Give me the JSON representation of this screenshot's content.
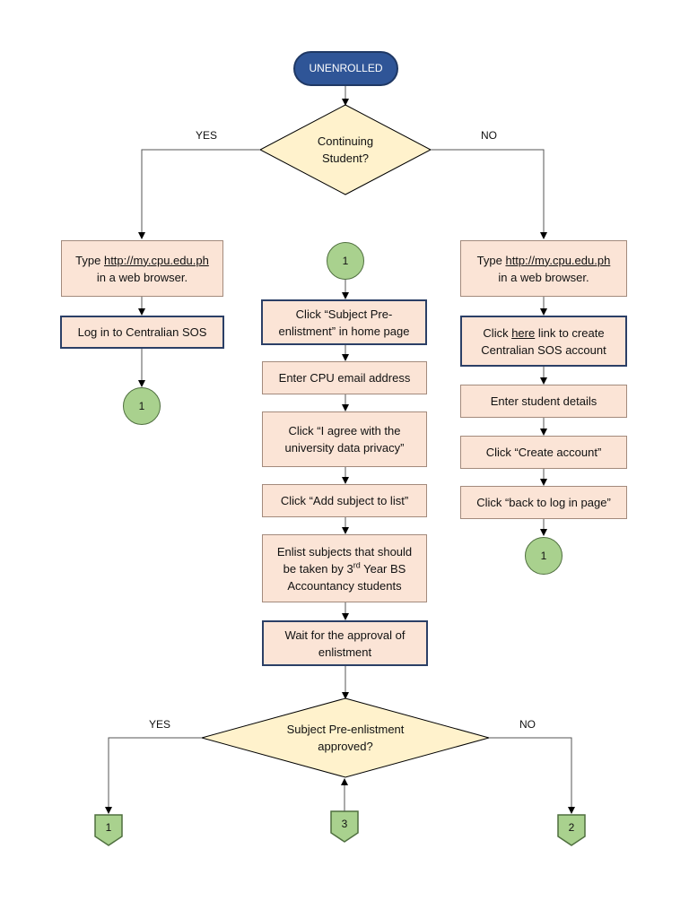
{
  "start_label": "UNENROLLED",
  "decision1": {
    "line1": "Continuing",
    "line2": "Student?"
  },
  "decision2": {
    "line1": "Subject Pre-enlistment",
    "line2": "approved?"
  },
  "branch_yes": "YES",
  "branch_no": "NO",
  "left_branch": {
    "type_prefix": "Type ",
    "url": "http://my.cpu.edu.ph",
    "browser": "in a web browser.",
    "login": "Log in to Centralian SOS",
    "connector": "1"
  },
  "middle_branch": {
    "connector": "1",
    "step1": {
      "line1": "Click “Subject Pre-",
      "line2": "enlistment” in home page"
    },
    "step2": "Enter CPU email address",
    "step3": {
      "line1": "Click “I agree with the",
      "line2": "university data privacy”"
    },
    "step4": "Click “Add subject to list”",
    "step5": {
      "line1": "Enlist subjects that should",
      "line2_prefix": "be taken by 3",
      "line2_sup": "rd",
      "line2_suffix": " Year BS",
      "line3": "Accountancy students"
    },
    "step6": {
      "line1": "Wait for the approval of",
      "line2": "enlistment"
    }
  },
  "right_branch": {
    "type_prefix": "Type ",
    "url": "http://my.cpu.edu.ph",
    "browser": "in a web browser.",
    "click_prefix": "Click ",
    "here": "here",
    "click_suffix": " link to create",
    "account_line": "Centralian SOS account",
    "details": "Enter student details",
    "create": "Click “Create account”",
    "back": "Click “back to log in page”",
    "connector": "1"
  },
  "offpage": {
    "yes": "1",
    "middle": "3",
    "no": "2"
  },
  "colors": {
    "process_fill": "#fbe4d6",
    "decision_fill": "#fff2cc",
    "connector_fill": "#a9d18e",
    "terminal_fill": "#2f5597"
  }
}
